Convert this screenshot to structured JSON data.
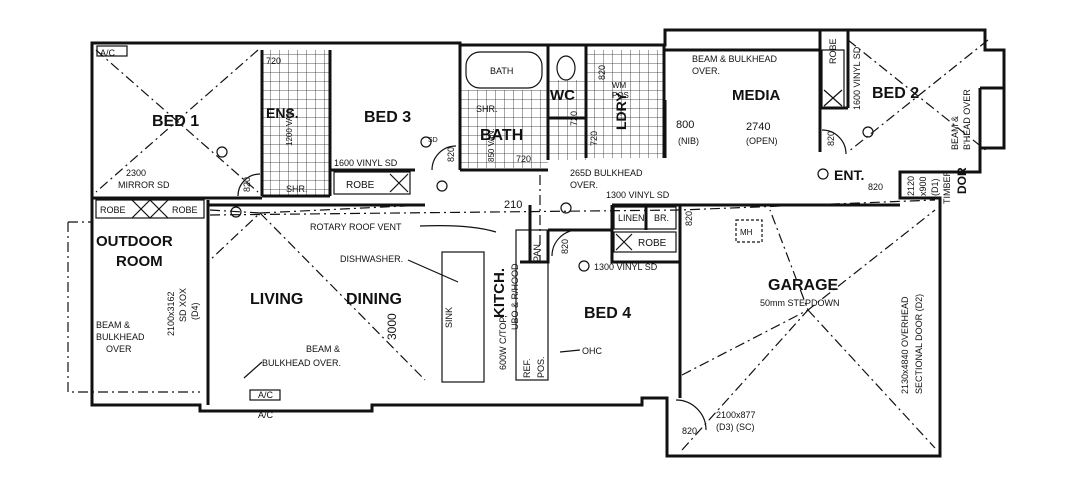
{
  "rooms": {
    "bed1": "BED 1",
    "bed2": "BED 2",
    "bed3": "BED 3",
    "bed4": "BED 4",
    "media": "MEDIA",
    "garage": "GARAGE",
    "living": "LIVING",
    "dining": "DINING",
    "outdoor1": "OUTDOOR",
    "outdoor2": "ROOM",
    "ens": "ENS.",
    "wc": "WC",
    "bath": "BATH",
    "ldry": "LDRY",
    "kitch": "KITCH.",
    "ent": "ENT."
  },
  "notes": {
    "ac_bed1": "A/C",
    "d720_ens": "720",
    "bath_tub": "BATH",
    "d820_ldry": "820",
    "wm": "WM",
    "pos_ldry": "POS",
    "t_ldry": "-T-",
    "d720_wc": "720",
    "d720_ldry": "720",
    "beam_media": "BEAM & BULKHEAD",
    "over_media": "OVER.",
    "robe_bed2": "ROBE",
    "vinyl_bed2": "1600 VINYL SD",
    "van_ens": "1200 VAN.",
    "shr_bath": "SHR.",
    "d800": "800",
    "nib": "(NIB)",
    "d2740": "2740",
    "open": "(OPEN)",
    "d820_bed2": "820",
    "beam_bed2": "BEAM &",
    "bhead_bed2": "B'HEAD OVER",
    "vinyl_bed3": "1600 VINYL SD",
    "d820_bath": "820",
    "van_bath": "850 VAN.",
    "d720_bath": "720",
    "d820_bed1": "820",
    "mirror1": "2300",
    "mirror2": "MIRROR SD",
    "shr_ens": "SHR.",
    "robe_bed3": "ROBE",
    "bulk265a": "265D BULKHEAD",
    "bulk265b": "OVER.",
    "vinyl_linen": "1300 VINYL SD",
    "d820_ent": "820",
    "d2120": "2120",
    "x900": "x900",
    "d1": "(D1)",
    "timber": "TIMBER",
    "dor": "DOR",
    "robe_bed1a": "ROBE",
    "robe_bed1b": "ROBE",
    "d210": "210",
    "linen": "LINEN",
    "br": "BR.",
    "d820_linen": "820",
    "robe_bed4": "ROBE",
    "mh": "MH",
    "roof_vent": "ROTARY ROOF VENT",
    "d820_pan": "820",
    "pan": "PAN.",
    "vinyl_bed4": "1300 VINYL SD",
    "dishwasher": "DISHWASHER.",
    "d3000": "3000",
    "sink": "SINK",
    "ctop": "600W C/TOP,",
    "ubo": "UBO & R/HOOD",
    "ref": "REF.",
    "pos_kitch": "POS.",
    "ohc": "OHC",
    "sd_out1": "2100x3162",
    "sd_out2": "SD XOX",
    "sd_out3": "(D4)",
    "beam_out1": "BEAM &",
    "beam_out2": "BULKHEAD",
    "beam_out3": "OVER",
    "beam_liv1": "BEAM &",
    "beam_liv2": "BULKHEAD OVER.",
    "ac_liv": "A/C",
    "ac_liv2": "A/C",
    "stepdown": "50mm STEPDOWN",
    "ohd1": "2130x4840 OVERHEAD",
    "ohd2": "SECTIONAL DOOR (D2)",
    "d820_gar": "820",
    "d2100": "2100x877",
    "d3": "(D3) (SC)",
    "sd": "SD"
  }
}
